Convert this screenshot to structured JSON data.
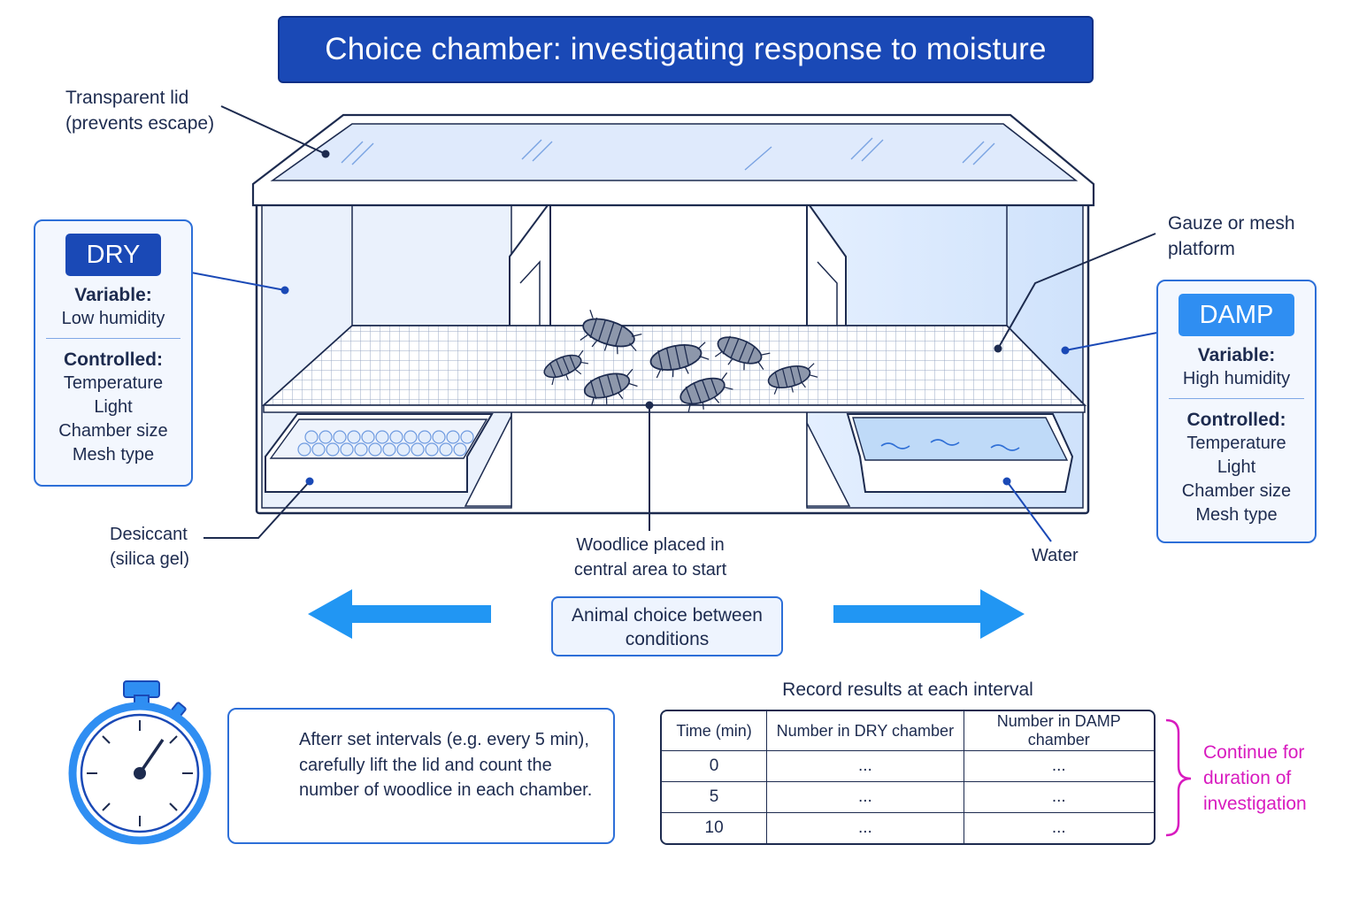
{
  "title": "Choice chamber: investigating response to moisture",
  "labels": {
    "lid_line1": "Transparent  lid",
    "lid_line2": "(prevents escape)",
    "gauze_line1": "Gauze or mesh",
    "gauze_line2": "platform",
    "desiccant_line1": "Desiccant",
    "desiccant_line2": "(silica gel)",
    "woodlice_line1": "Woodlice placed in",
    "woodlice_line2": "central area to start",
    "water": "Water"
  },
  "dry_panel": {
    "badge": "DRY",
    "variable_title": "Variable:",
    "variable_value": "Low humidity",
    "controlled_title": "Controlled:",
    "controlled_items": [
      "Temperature",
      "Light",
      "Chamber size",
      "Mesh type"
    ]
  },
  "damp_panel": {
    "badge": "DAMP",
    "variable_title": "Variable:",
    "variable_value": "High humidity",
    "controlled_title": "Controlled:",
    "controlled_items": [
      "Temperature",
      "Light",
      "Chamber size",
      "Mesh type"
    ]
  },
  "choice_box": {
    "line1": "Animal choice between",
    "line2": "conditions"
  },
  "instructions": {
    "line1": "Afterr set intervals (e.g. every 5 min),",
    "line2": "carefully lift the lid and count the",
    "line3": "number of woodlice in each chamber."
  },
  "results_table": {
    "title": "Record results at each interval",
    "headers": [
      "Time (min)",
      "Number in DRY chamber",
      "Number in DAMP chamber"
    ],
    "rows": [
      [
        "0",
        "...",
        "..."
      ],
      [
        "5",
        "...",
        "..."
      ],
      [
        "10",
        "...",
        "..."
      ]
    ]
  },
  "continue_note": {
    "line1": "Continue for",
    "line2": "duration of",
    "line3": "investigation"
  },
  "colors": {
    "title_bg": "#1a49b6",
    "dry_badge": "#1a49b6",
    "damp_badge": "#2f8ef2",
    "arrow": "#2196f3",
    "outline": "#1d2b4f",
    "continue_note": "#d81bbf"
  },
  "icons": [
    "stopwatch-icon",
    "clock-icon",
    "left-arrow-icon",
    "right-arrow-icon",
    "woodlouse-icon",
    "silica-gel-icon",
    "water-tray-icon",
    "brace-icon"
  ]
}
